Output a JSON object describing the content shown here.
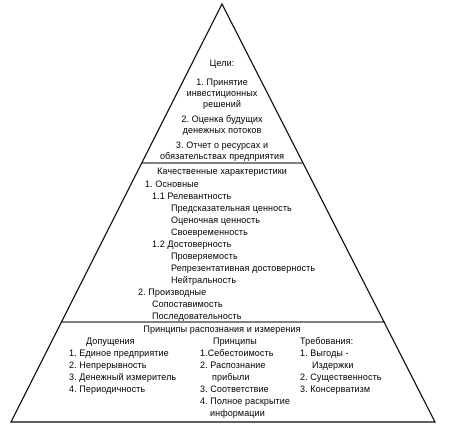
{
  "goals": {
    "title": "Цели:",
    "l1a": "1. Принятие",
    "l1b": "инвестиционных",
    "l1c": "решений",
    "l2a": "2. Оценка будущих",
    "l2b": "денежных потоков",
    "l3a": "3. Отчет о ресурсах и",
    "l3b": "обязательствах предприятия"
  },
  "quality": {
    "title": "Качественные характеристики",
    "basic": "1. Основные",
    "relevance": "1.1 Релевантность",
    "predictive": "Предсказательная ценность",
    "evaluative": "Оценочная ценность",
    "timeliness": "Своевременность",
    "reliability": "1.2 Достоверность",
    "verifiability": "Проверяемость",
    "representational": "Репрезентативная достоверность",
    "neutrality": "Нейтральность",
    "derived": "2. Производные",
    "comparability": "Сопоставимость",
    "consistency": "Последовательность"
  },
  "principles": {
    "title": "Принципы распознания и измерения",
    "assumptions": {
      "header": "Допущения",
      "items": [
        "1. Единое предприятие",
        "2. Непрерывность",
        "3. Денежный измеритель",
        "4. Периодичность"
      ]
    },
    "principles_col": {
      "header": "Принципы",
      "p1": "1.Себестоимость",
      "p2a": "2. Распознание",
      "p2b": "прибыли",
      "p3": "3. Соответствие",
      "p4a": "4. Полное раскрытие",
      "p4b": "информации"
    },
    "requirements": {
      "header": "Требования:",
      "r1a": "1. Выгоды -",
      "r1b": "Издержки",
      "r2": "2. Существенность",
      "r3": "3. Консерватизм"
    }
  }
}
